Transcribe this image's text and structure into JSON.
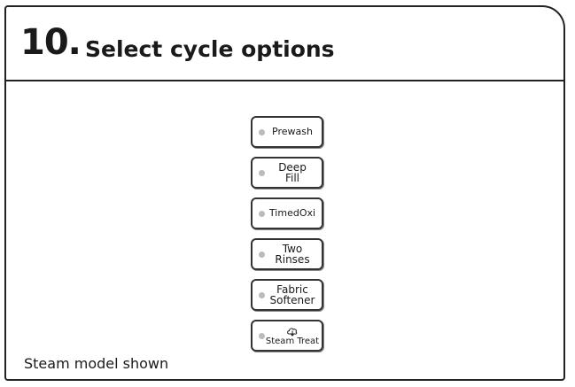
{
  "step": {
    "number": "10.",
    "title": "Select cycle options"
  },
  "options": [
    {
      "label": "Prewash",
      "icon": ""
    },
    {
      "label": "Deep\nFill",
      "icon": ""
    },
    {
      "label": "TimedOxi",
      "icon": ""
    },
    {
      "label": "Two\nRinses",
      "icon": ""
    },
    {
      "label": "Fabric\nSoftener",
      "icon": ""
    },
    {
      "label": "Steam Treat",
      "icon": "steam-icon"
    }
  ],
  "footnote": "Steam model shown",
  "colors": {
    "border": "#222222",
    "led_off": "#bbbbbb"
  }
}
